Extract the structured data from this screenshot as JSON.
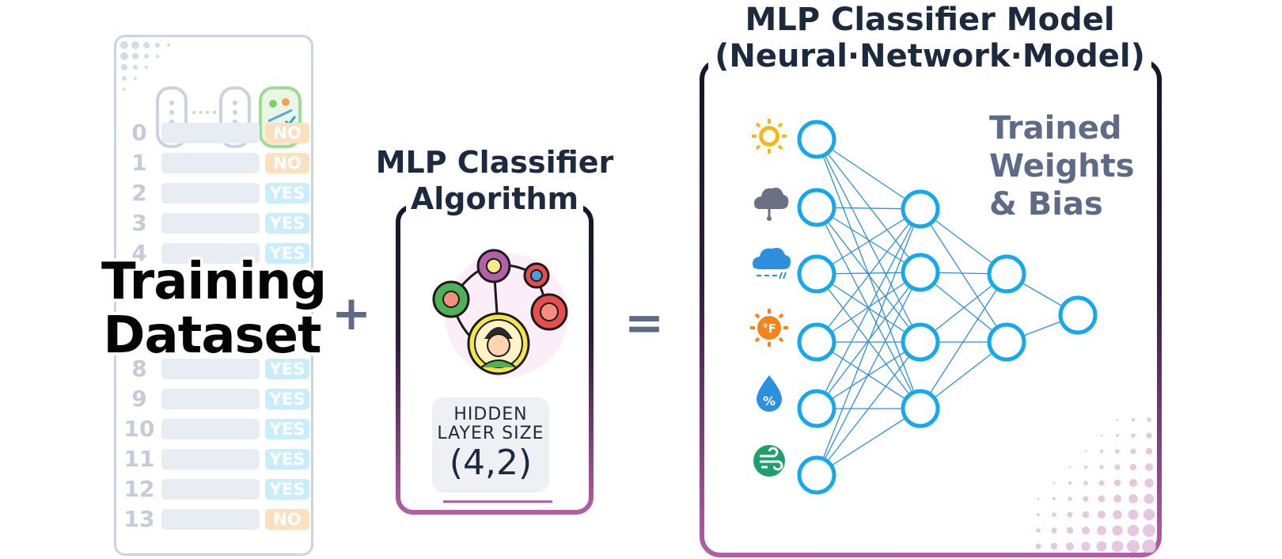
{
  "dataset": {
    "title_line1": "Training",
    "title_line2": "Dataset",
    "rows": [
      {
        "index": "0",
        "label": "NO"
      },
      {
        "index": "1",
        "label": "NO"
      },
      {
        "index": "2",
        "label": "YES"
      },
      {
        "index": "3",
        "label": "YES"
      },
      {
        "index": "4",
        "label": "YES"
      },
      {
        "index": "8",
        "label": "YES"
      },
      {
        "index": "9",
        "label": "YES"
      },
      {
        "index": "10",
        "label": "YES"
      },
      {
        "index": "11",
        "label": "YES"
      },
      {
        "index": "12",
        "label": "YES"
      },
      {
        "index": "13",
        "label": "NO"
      }
    ]
  },
  "operators": {
    "plus": "+",
    "equals": "="
  },
  "algorithm": {
    "title_line1": "MLP Classifier",
    "title_line2": "Algorithm",
    "hidden_label_line1": "HIDDEN",
    "hidden_label_line2": "LAYER SIZE",
    "hidden_value": "(4,2)"
  },
  "model": {
    "title_line1": "MLP Classifier Model",
    "title_line2": "(Neural·Network·Model)",
    "weights_line1": "Trained",
    "weights_line2": "Weights",
    "weights_line3": "& Bias",
    "layers": [
      6,
      4,
      2,
      1
    ],
    "input_icons": [
      "sun-icon",
      "rain-cloud-icon",
      "storm-cloud-icon",
      "temperature-fahrenheit-icon",
      "humidity-drop-icon",
      "wind-icon"
    ]
  },
  "colors": {
    "node": "#14a8ee",
    "edge": "#2f8fd8",
    "border_dark": "#111827",
    "border_pink": "#b45fa7",
    "no_label": "#fce0bf",
    "yes_label": "#c9eefb",
    "text_dark": "#1b2a3e",
    "text_muted": "#5d6a88"
  }
}
